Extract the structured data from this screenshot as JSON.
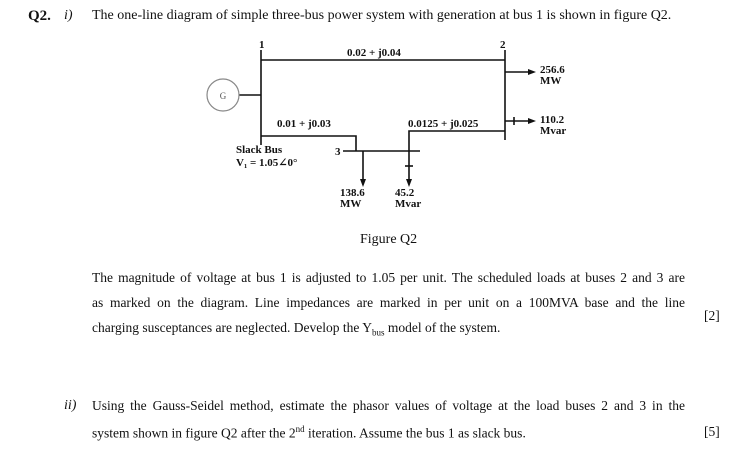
{
  "question": {
    "number": "Q2.",
    "part_i": {
      "label": "i)",
      "intro": "The one-line diagram of simple three-bus power system with generation at bus 1 is shown in figure Q2.",
      "body_line1": "The magnitude of voltage at bus 1 is adjusted to 1.05 per unit. The scheduled loads at buses 2 and 3 are",
      "body_line2": "as marked on the diagram. Line impedances are marked in per unit on a 100MVA base and the line",
      "body_line3_pre": "charging susceptances are neglected. Develop the Y",
      "body_line3_sub": "bus",
      "body_line3_post": " model of the system.",
      "marks": "[2]"
    },
    "part_ii": {
      "label": "ii)",
      "line1": "Using the Gauss-Seidel method, estimate the phasor values of voltage at the load buses 2 and 3 in the",
      "line2_pre": "system shown in figure Q2 after the 2",
      "line2_sup": "nd",
      "line2_post": " iteration. Assume the bus 1 as slack bus.",
      "marks": "[5]"
    }
  },
  "figure": {
    "caption": "Figure Q2",
    "bus1_label": "1",
    "bus2_label": "2",
    "bus3_label": "3",
    "generator_label": "G",
    "z12": "0.02 + j0.04",
    "z13": "0.01 + j0.03",
    "z23": "0.0125 + j0.025",
    "bus2_load_p_value": "256.6",
    "bus2_load_p_unit": "MW",
    "bus2_load_q_value": "110.2",
    "bus2_load_q_unit": "Mvar",
    "bus3_load_p_value": "138.6",
    "bus3_load_p_unit": "MW",
    "bus3_load_q_value": "45.2",
    "bus3_load_q_unit": "Mvar",
    "slack_label": "Slack Bus",
    "slack_voltage": "V₁ = 1.05∠0°"
  }
}
